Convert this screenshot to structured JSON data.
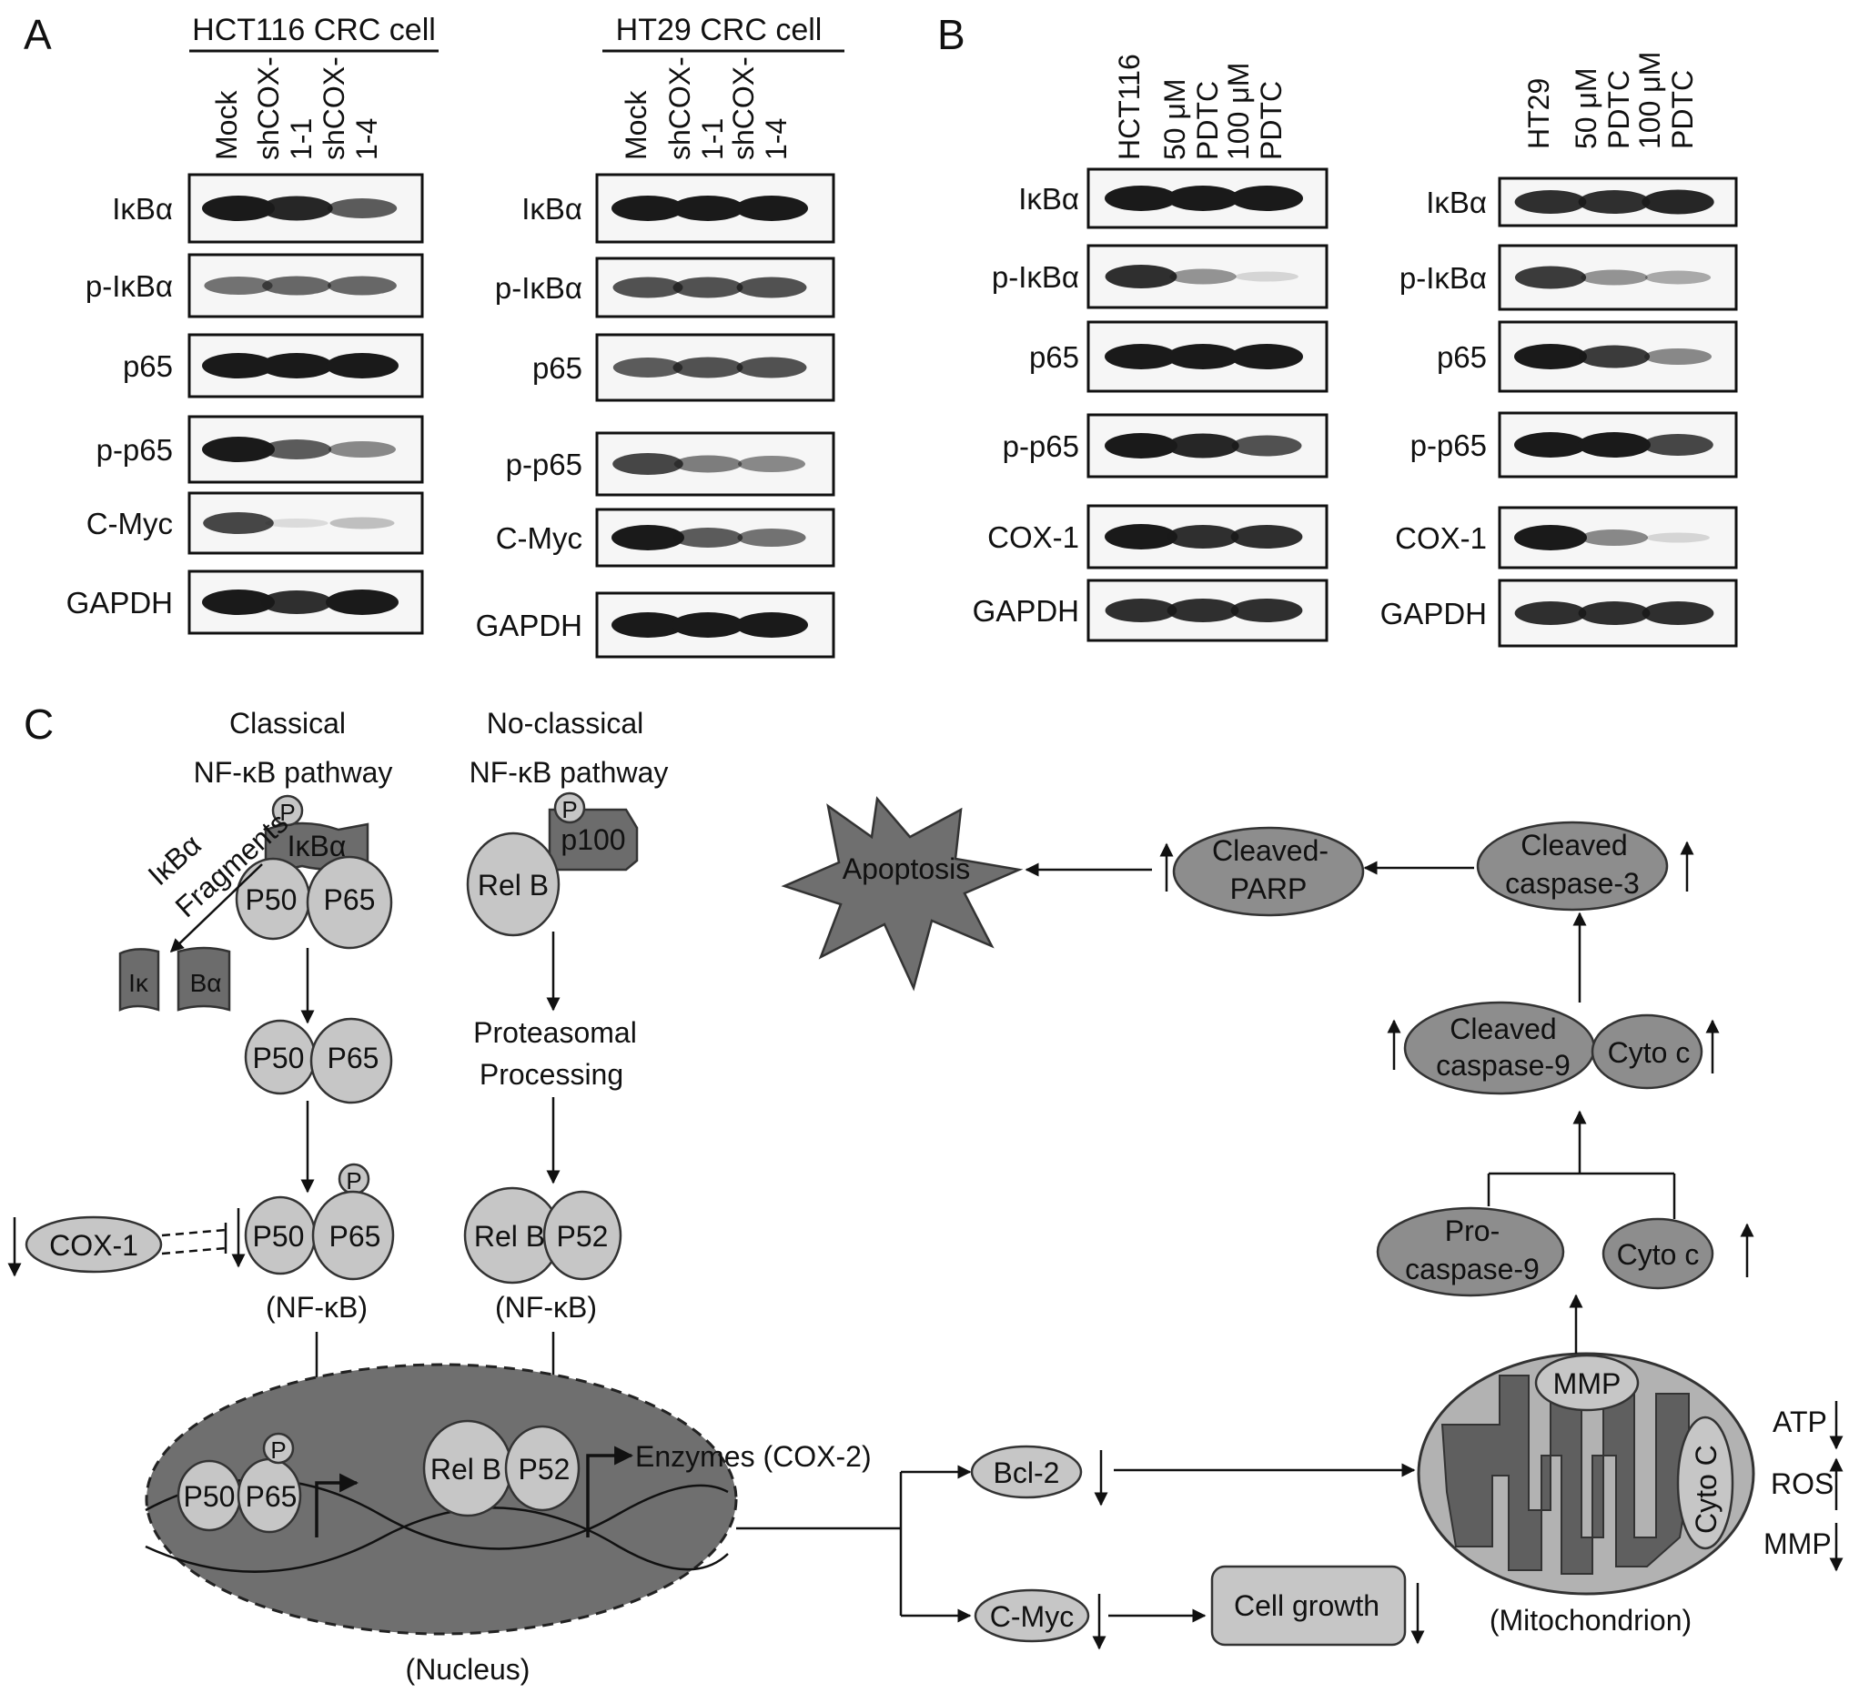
{
  "panel_labels": [
    "A",
    "B",
    "C"
  ],
  "panel_a": {
    "groups": [
      {
        "header": "HCT116 CRC cell",
        "lanes": [
          [
            "Mock"
          ],
          [
            "shCOX-",
            "1-1"
          ],
          [
            "shCOX-",
            "1-4"
          ]
        ],
        "rows": [
          "IκBα",
          "p-IκBα",
          "p65",
          "p-p65",
          "C-Myc",
          "GAPDH"
        ],
        "intensities": [
          [
            1,
            0.95,
            0.7
          ],
          [
            0.6,
            0.65,
            0.65
          ],
          [
            1,
            1,
            1
          ],
          [
            1,
            0.7,
            0.5
          ],
          [
            0.8,
            0.1,
            0.25
          ],
          [
            1,
            0.9,
            1
          ]
        ]
      },
      {
        "header": "HT29 CRC cell",
        "lanes": [
          [
            "Mock"
          ],
          [
            "shCOX-",
            "1-1"
          ],
          [
            "shCOX-",
            "1-4"
          ]
        ],
        "rows": [
          "IκBα",
          "p-IκBα",
          "p65",
          "p-p65",
          "C-Myc",
          "GAPDH"
        ],
        "intensities": [
          [
            1,
            1,
            1
          ],
          [
            0.75,
            0.75,
            0.75
          ],
          [
            0.7,
            0.75,
            0.75
          ],
          [
            0.8,
            0.55,
            0.5
          ],
          [
            1,
            0.7,
            0.6
          ],
          [
            1,
            1,
            1
          ]
        ]
      }
    ]
  },
  "panel_b": {
    "groups": [
      {
        "lanes": [
          [
            "HCT116"
          ],
          [
            "50 μM",
            "PDTC"
          ],
          [
            "100 μM",
            "PDTC"
          ]
        ],
        "rows": [
          "IκBα",
          "p-IκBα",
          "p65",
          "p-p65",
          "COX-1",
          "GAPDH"
        ],
        "intensities": [
          [
            1,
            1,
            1
          ],
          [
            0.9,
            0.45,
            0.15
          ],
          [
            1,
            1,
            1
          ],
          [
            1,
            0.95,
            0.75
          ],
          [
            1,
            0.9,
            0.9
          ],
          [
            0.9,
            0.9,
            0.9
          ]
        ]
      },
      {
        "lanes": [
          [
            "HT29"
          ],
          [
            "50 μM",
            "PDTC"
          ],
          [
            "100 μM",
            "PDTC"
          ]
        ],
        "rows": [
          "IκBα",
          "p-IκBα",
          "p65",
          "p-p65",
          "COX-1",
          "GAPDH"
        ],
        "intensities": [
          [
            0.9,
            0.9,
            0.95
          ],
          [
            0.85,
            0.45,
            0.35
          ],
          [
            1,
            0.85,
            0.5
          ],
          [
            1,
            1,
            0.8
          ],
          [
            1,
            0.5,
            0.15
          ],
          [
            0.9,
            0.9,
            0.9
          ]
        ]
      }
    ]
  },
  "panel_c": {
    "classical_title": [
      "Classical",
      "NF-κB pathway"
    ],
    "nonclassical_title": [
      "No-classical",
      "NF-κB pathway"
    ],
    "p_symbol": "P",
    "ikba": "IκBα",
    "ikba_fragments": [
      "IκBα",
      "Fragments"
    ],
    "frag_parts": [
      "Iκ",
      "Bα"
    ],
    "p50": "P50",
    "p65": "P65",
    "relb": "Rel B",
    "p52": "P52",
    "p100": "p100",
    "cox1": "COX-1",
    "nfkb": "(NF-κB)",
    "proteasomal": [
      "Proteasomal",
      "Processing"
    ],
    "enzymes": "Enzymes (COX-2)",
    "nucleus": "(Nucleus)",
    "bcl2": "Bcl-2",
    "cmyc": "C-Myc",
    "cell_growth": "Cell growth",
    "mmp": "MMP",
    "cytoc_mito": "Cyto C",
    "mitochondrion": "(Mitochondrion)",
    "side_labels": [
      "ATP",
      "ROS",
      "MMP"
    ],
    "procaspase9": [
      "Pro-",
      "caspase-9"
    ],
    "cytoc": "Cyto c",
    "cleaved_caspase9": [
      "Cleaved",
      "caspase-9"
    ],
    "cleaved_caspase3": [
      "Cleaved",
      "caspase-3"
    ],
    "cleaved_parp": [
      "Cleaved-",
      "PARP"
    ],
    "apoptosis": "Apoptosis"
  }
}
